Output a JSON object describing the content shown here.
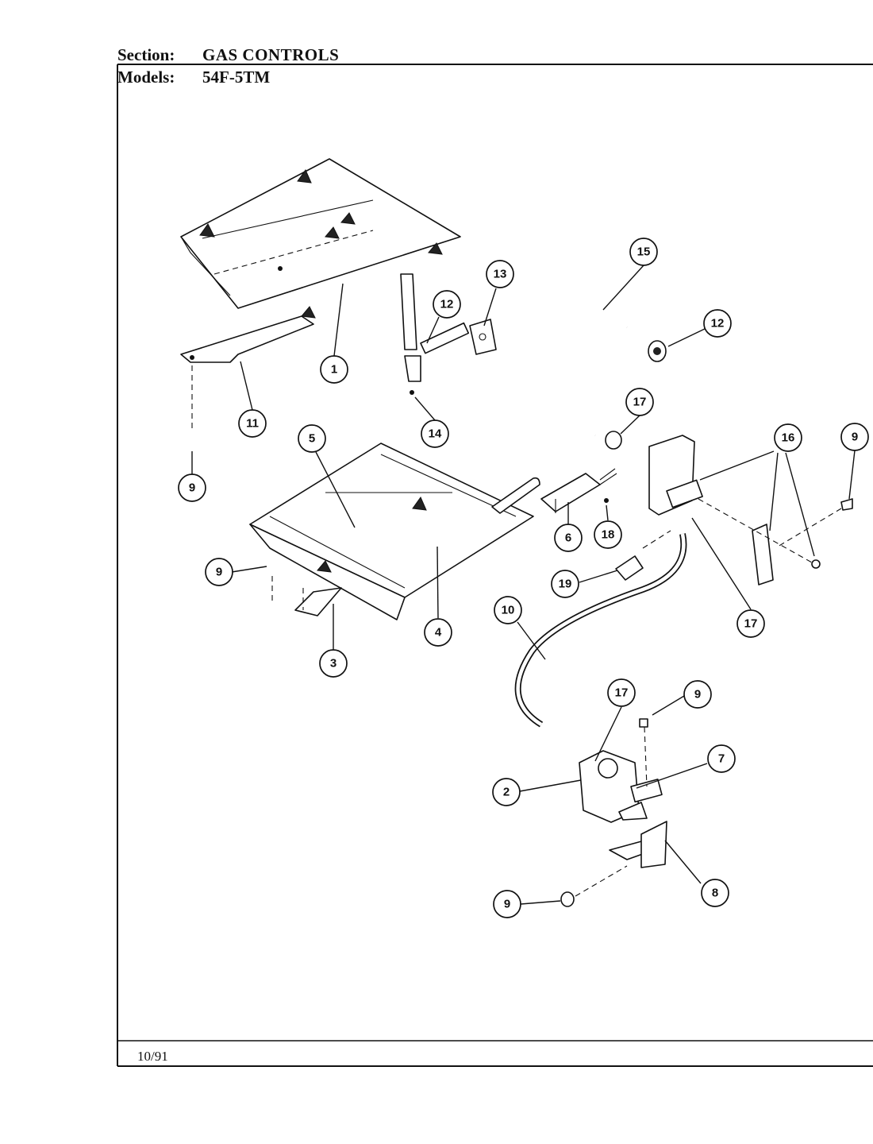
{
  "header": {
    "section_label": "Section:",
    "section_value": "GAS CONTROLS",
    "models_label": "Models:",
    "models_value": "54F-5TM"
  },
  "footer": {
    "date": "10/91"
  },
  "callouts": [
    {
      "id": "c1",
      "label": "1"
    },
    {
      "id": "c2",
      "label": "2"
    },
    {
      "id": "c3",
      "label": "3"
    },
    {
      "id": "c4",
      "label": "4"
    },
    {
      "id": "c5",
      "label": "5"
    },
    {
      "id": "c6",
      "label": "6"
    },
    {
      "id": "c7",
      "label": "7"
    },
    {
      "id": "c8",
      "label": "8"
    },
    {
      "id": "c9a",
      "label": "9"
    },
    {
      "id": "c9b",
      "label": "9"
    },
    {
      "id": "c9c",
      "label": "9"
    },
    {
      "id": "c9d",
      "label": "9"
    },
    {
      "id": "c9e",
      "label": "9"
    },
    {
      "id": "c10",
      "label": "10"
    },
    {
      "id": "c11",
      "label": "11"
    },
    {
      "id": "c12a",
      "label": "12"
    },
    {
      "id": "c12b",
      "label": "12"
    },
    {
      "id": "c13",
      "label": "13"
    },
    {
      "id": "c14",
      "label": "14"
    },
    {
      "id": "c15",
      "label": "15"
    },
    {
      "id": "c16",
      "label": "16"
    },
    {
      "id": "c17a",
      "label": "17"
    },
    {
      "id": "c17b",
      "label": "17"
    },
    {
      "id": "c17c",
      "label": "17"
    },
    {
      "id": "c18",
      "label": "18"
    },
    {
      "id": "c19",
      "label": "19"
    }
  ]
}
